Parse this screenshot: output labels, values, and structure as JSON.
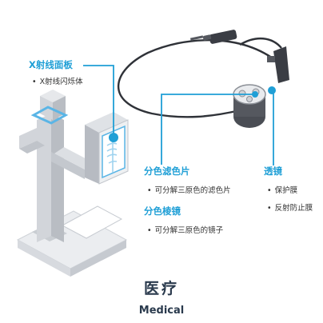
{
  "colors": {
    "accent": "#1f9fd6",
    "text": "#333333",
    "title": "#2a3a4d"
  },
  "labels": {
    "xray_panel": {
      "title": "X射线面板",
      "bullets": [
        "X射线闪烁体"
      ]
    },
    "color_filter": {
      "title": "分色滤色片",
      "bullets": [
        "可分解三原色的滤色片"
      ]
    },
    "color_prism": {
      "title": "分色棱镜",
      "bullets": [
        "可分解三原色的镜子"
      ]
    },
    "lens": {
      "title": "透镜",
      "bullets": [
        "保护膜",
        "反射防止膜"
      ]
    }
  },
  "footer": {
    "title_zh": "医疗",
    "title_en": "Medical"
  }
}
